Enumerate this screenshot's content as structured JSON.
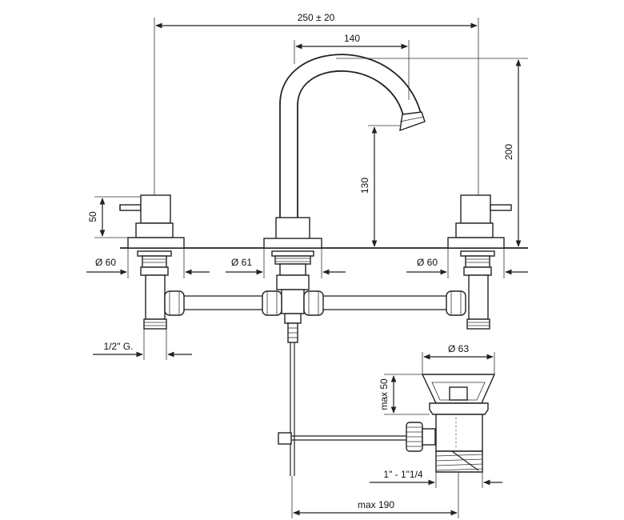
{
  "dimensions": {
    "overall_width": "250 ± 20",
    "spout_reach": "140",
    "total_height": "200",
    "spout_height": "130",
    "handle_height": "50",
    "left_base_dia": "Ø 60",
    "spout_base_dia": "Ø 61",
    "right_base_dia": "Ø 60",
    "inlet_thread": "1/2\" G.",
    "drain_dia": "Ø 63",
    "drain_max_height": "max 50",
    "drain_thread": "1\" - 1\"1/4",
    "drain_max_distance": "max 190"
  }
}
